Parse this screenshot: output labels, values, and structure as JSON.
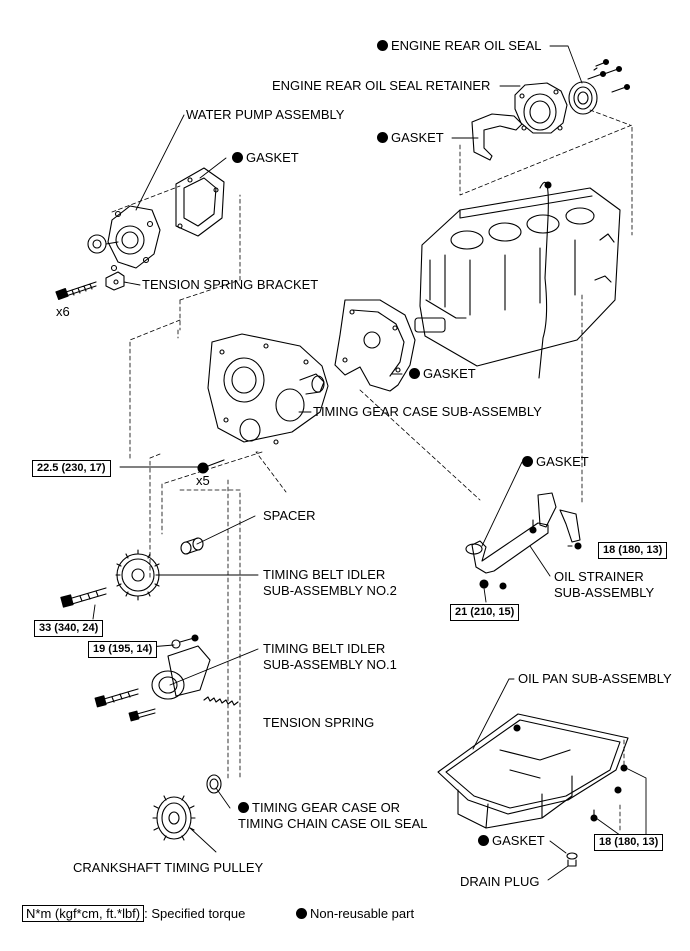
{
  "labels": {
    "engine_rear_oil_seal": "ENGINE REAR OIL SEAL",
    "engine_rear_oil_seal_retainer": "ENGINE REAR OIL SEAL RETAINER",
    "gasket_rear": "GASKET",
    "water_pump_assembly": "WATER PUMP ASSEMBLY",
    "gasket_water_pump": "GASKET",
    "tension_spring_bracket": "TENSION SPRING BRACKET",
    "x6": "x6",
    "gasket_timing_case": "GASKET",
    "timing_gear_case": "TIMING GEAR CASE SUB-ASSEMBLY",
    "x5": "x5",
    "gasket_strainer": "GASKET",
    "spacer": "SPACER",
    "idler_no2_line1": "TIMING BELT IDLER",
    "idler_no2_line2": "SUB-ASSEMBLY NO.2",
    "oil_strainer_line1": "OIL STRAINER",
    "oil_strainer_line2": "SUB-ASSEMBLY",
    "idler_no1_line1": "TIMING BELT IDLER",
    "idler_no1_line2": "SUB-ASSEMBLY NO.1",
    "oil_pan": "OIL PAN SUB-ASSEMBLY",
    "tension_spring": "TENSION SPRING",
    "oil_seal_line1": "TIMING GEAR CASE OR",
    "oil_seal_line2": "TIMING CHAIN CASE OIL SEAL",
    "gasket_drain": "GASKET",
    "crankshaft_pulley": "CRANKSHAFT TIMING PULLEY",
    "drain_plug": "DRAIN PLUG"
  },
  "torques": {
    "t_case": "22.5 (230, 17)",
    "t_strainer_bracket": "18 (180, 13)",
    "t_strainer": "21 (210, 15)",
    "t_idler2": "33 (340, 24)",
    "t_idler1": "19 (195, 14)",
    "t_oilpan": "18 (180, 13)"
  },
  "legend": {
    "torque_key": "N*m (kgf*cm, ft.*lbf)",
    "torque_text": ": Specified torque",
    "nonreusable": "Non-reusable part"
  }
}
